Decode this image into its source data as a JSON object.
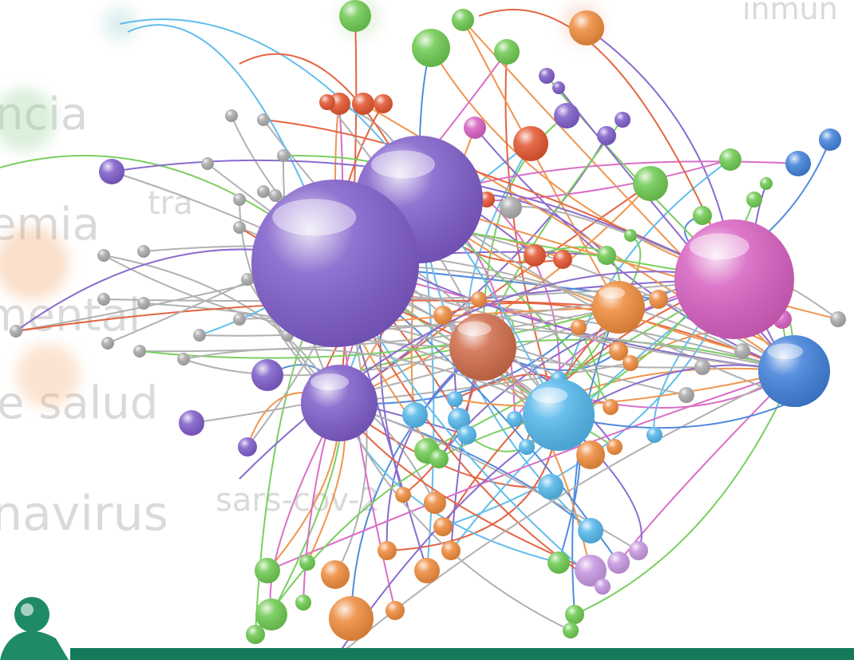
{
  "background_words": [
    {
      "id": "bg-word-1",
      "text": "ncia"
    },
    {
      "id": "bg-word-2",
      "text": "emia"
    },
    {
      "id": "bg-word-3",
      "text": "mental"
    },
    {
      "id": "bg-word-4",
      "text": "e salud"
    },
    {
      "id": "bg-word-5",
      "text": "navirus"
    },
    {
      "id": "bg-word-6",
      "text": "sars-cov-2"
    },
    {
      "id": "bg-word-7",
      "text": "inmun"
    },
    {
      "id": "bg-word-8",
      "text": "tra"
    }
  ],
  "colors": {
    "purple": "#7e5bc9",
    "magenta": "#d65fc0",
    "blue": "#3f7fd9",
    "lightblue": "#52b6ea",
    "orange": "#ee8a3b",
    "redorange": "#e2542f",
    "brown": "#cf6a48",
    "green": "#6cc94f",
    "gray": "#a9a9a9",
    "lilac": "#c595df",
    "footer": "#157a5c"
  },
  "logo": {
    "icon": "person-icon"
  }
}
